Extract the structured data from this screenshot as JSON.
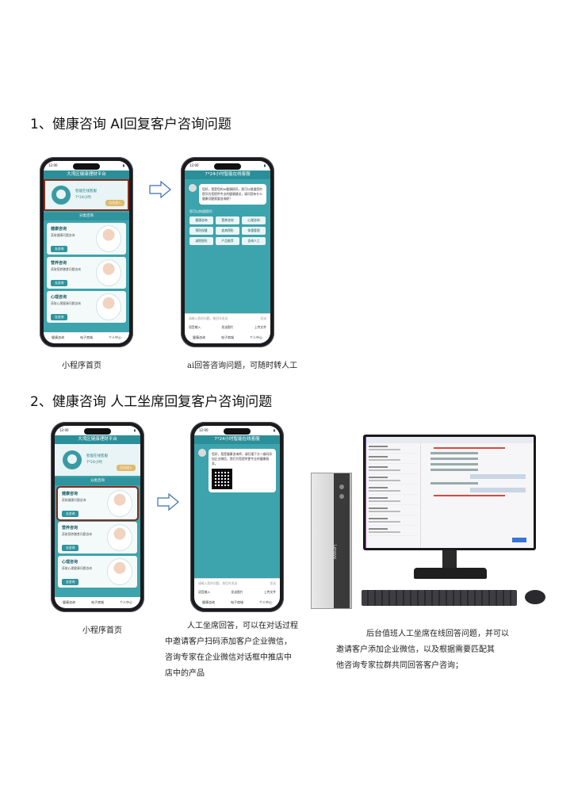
{
  "sections": [
    {
      "heading": "1、健康咨询  AI回复客户咨询问题"
    },
    {
      "heading": "2、健康咨询  人工坐席回复客户咨询问题"
    }
  ],
  "captions": {
    "s1_left": "小程序首页",
    "s1_right": "ai回答咨询问题，可随时转人工",
    "s2_left": "小程序首页",
    "s2_mid": [
      "人工坐席回答，可以在对话过程",
      "中邀请客户扫码添加客户企业微信，",
      "咨询专家在企业微信对话框中推店中",
      "店中的产品"
    ],
    "s2_right": [
      "后台值班人工坐席在线回答问题，并可以",
      "邀请客户添加企业微信，以及根据需要匹配其",
      "他咨询专家拉群共同回答客户咨询；"
    ]
  },
  "phone_home": {
    "time": "12:00",
    "title": "大湾区健康理财平台",
    "hero_title": "智能在线客服",
    "hero_sub": "7*24小时",
    "hero_btn": "点击进入",
    "section": "分类咨询",
    "cards": [
      {
        "title": "健康咨询",
        "sub": "获取健康问题咨询",
        "btn": "去咨询"
      },
      {
        "title": "营养咨询",
        "sub": "获取营养膳食问题咨询",
        "btn": "去咨询"
      },
      {
        "title": "心理咨询",
        "sub": "获取心理健康问题咨询",
        "btn": "去咨询"
      }
    ],
    "tabs": [
      "健康咨询",
      "电子商城",
      "个人中心"
    ]
  },
  "phone_chat1": {
    "time": "12:00",
    "title": "7*24小时智能在线客服",
    "bubble": "您好，我是您的AI健康顾问，我可以根据您的提问为您提供专业的健康建议，请问您有什么健康问题需要咨询呢？",
    "quick_head": "您可以快速提问：",
    "quick": [
      "健康咨询",
      "营养咨询",
      "心理咨询",
      "预防保健",
      "疾病预防",
      "体重管理",
      "减肥塑形",
      "产品推荐",
      "咨询人工"
    ],
    "input_placeholder": "请输入您的问题，按回车发送",
    "send": "发送",
    "tools": [
      "语音输入",
      "发送图片",
      "上传文件"
    ],
    "tabs": [
      "健康咨询",
      "电子商城",
      "个人中心"
    ]
  },
  "phone_chat2": {
    "time": "12:00",
    "title": "7*24小时智能在线客服",
    "bubble": "您好，我是健康咨询师，请扫描下方二维码添加企业微信，我们为您提供更专业的健康服务。",
    "input_placeholder": "请输入您的问题，按回车发送",
    "send": "发送",
    "tools": [
      "语音输入",
      "发送图片",
      "上传文件"
    ],
    "tabs": [
      "健康咨询",
      "电子商城",
      "个人中心"
    ]
  },
  "monitor": {
    "brand": "Lenovo"
  }
}
